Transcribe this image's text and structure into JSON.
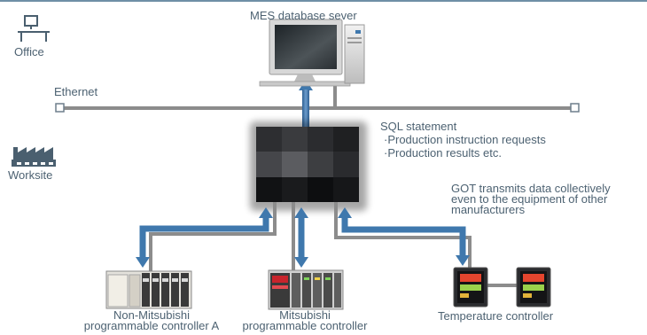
{
  "zones": {
    "office_label": "Office",
    "worksite_label": "Worksite"
  },
  "network": {
    "ethernet_label": "Ethernet"
  },
  "server": {
    "label": "MES database sever"
  },
  "sql": {
    "heading": "SQL statement",
    "items": [
      "·Production instruction requests",
      "·Production results etc."
    ]
  },
  "note": {
    "lines": [
      "GOT transmits data collectively",
      "even to the equipment of other",
      "manufacturers"
    ]
  },
  "devices": [
    {
      "line1": "Non-Mitsubishi",
      "line2": "programmable controller A"
    },
    {
      "line1": "Mitsubishi",
      "line2": "programmable controller"
    },
    {
      "line1": "Temperature controller",
      "line2": ""
    }
  ],
  "colors": {
    "accent_blue": "#3f78ad",
    "cable_gray": "#8c8c8c",
    "text": "#4d6272"
  }
}
